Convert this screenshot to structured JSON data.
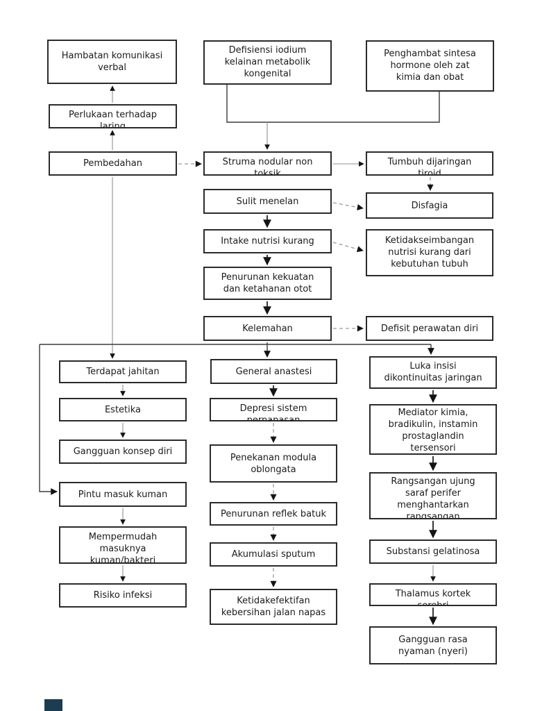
{
  "page": {
    "background": "#ffffff",
    "box_border_color": "#2a2a2a",
    "text_color": "#1b1b1b",
    "corner_badge_color": "#1c3c52"
  },
  "nodes": {
    "hambatan": {
      "label": "Hambatan komunikasi\nverbal"
    },
    "defisiensi": {
      "label": "Defisiensi iodium\nkelainan metabolik\nkongenital"
    },
    "penghambat": {
      "label": "Penghambat sintesa\nhormone oleh zat\nkimia dan obat"
    },
    "perlukaan": {
      "label": "Perlukaan terhadap\nlaring"
    },
    "pembedahan": {
      "label": "Pembedahan"
    },
    "struma": {
      "label": "Struma nodular non\ntoksik"
    },
    "tumbuh": {
      "label": "Tumbuh dijaringan\ntiroid"
    },
    "sulit": {
      "label": "Sulit menelan"
    },
    "disfagia": {
      "label": "Disfagia"
    },
    "intake": {
      "label": "Intake nutrisi kurang"
    },
    "ketidakseimbangan": {
      "label": "Ketidakseimbangan\nnutrisi kurang dari\nkebutuhan tubuh"
    },
    "penurunan": {
      "label": "Penurunan kekuatan\ndan ketahanan otot"
    },
    "kelemahan": {
      "label": "Kelemahan"
    },
    "defisit": {
      "label": "Defisit perawatan diri"
    },
    "terdapat": {
      "label": "Terdapat jahitan"
    },
    "estetika": {
      "label": "Estetika"
    },
    "konsep": {
      "label": "Gangguan konsep diri"
    },
    "pintu": {
      "label": "Pintu masuk kuman"
    },
    "mempermudah": {
      "label": "Mempermudah\nmasuknya\nkuman/bakteri"
    },
    "risiko": {
      "label": "Risiko infeksi"
    },
    "general": {
      "label": "General anastesi"
    },
    "depresi": {
      "label": "Depresi sistem\npernapasan"
    },
    "penekanan": {
      "label": "Penekanan modula\noblongata"
    },
    "reflek": {
      "label": "Penurunan reflek batuk"
    },
    "akumulasi": {
      "label": "Akumulasi sputum"
    },
    "ketidakefektifan": {
      "label": "Ketidakefektifan\nkebersihan jalan napas"
    },
    "luka": {
      "label": "Luka insisi\ndikontinuitas jaringan"
    },
    "mediator": {
      "label": "Mediator kimia,\nbradikulin, instamin\nprostaglandin\ntersensori"
    },
    "rangsangan": {
      "label": "Rangsangan ujung\nsaraf perifer\nmenghantarkan\nrangsangan"
    },
    "substansi": {
      "label": "Substansi gelatinosa"
    },
    "thalamus": {
      "label": "Thalamus kortek\nserebri"
    },
    "nyaman": {
      "label": "Gangguan rasa\nnyaman (nyeri)"
    }
  },
  "edges": [
    {
      "from": "pembedahan",
      "to": "perlukaan",
      "style": "solid-thin"
    },
    {
      "from": "perlukaan",
      "to": "hambatan",
      "style": "solid-thin"
    },
    {
      "from": "defisiensi",
      "to": "struma",
      "style": "solid"
    },
    {
      "from": "penghambat",
      "to": "struma",
      "style": "solid"
    },
    {
      "from": "pembedahan",
      "to": "struma",
      "style": "dashed"
    },
    {
      "from": "struma",
      "to": "tumbuh",
      "style": "solid-thin"
    },
    {
      "from": "tumbuh",
      "to": "disfagia",
      "style": "dashed"
    },
    {
      "from": "sulit",
      "to": "disfagia",
      "style": "dashed"
    },
    {
      "from": "sulit",
      "to": "intake",
      "style": "solid"
    },
    {
      "from": "intake",
      "to": "ketidakseimbangan",
      "style": "dashed"
    },
    {
      "from": "intake",
      "to": "penurunan",
      "style": "solid"
    },
    {
      "from": "penurunan",
      "to": "kelemahan",
      "style": "solid"
    },
    {
      "from": "kelemahan",
      "to": "defisit",
      "style": "dashed"
    },
    {
      "from": "pembedahan",
      "to": "terdapat",
      "style": "solid-thin"
    },
    {
      "from": "kelemahan",
      "to": "general",
      "style": "solid"
    },
    {
      "from": "branch-line",
      "to": "luka",
      "style": "solid"
    },
    {
      "from": "branch-line",
      "to": "pintu",
      "style": "solid"
    },
    {
      "from": "terdapat",
      "to": "estetika",
      "style": "solid-thin"
    },
    {
      "from": "estetika",
      "to": "konsep",
      "style": "solid-thin"
    },
    {
      "from": "pintu",
      "to": "mempermudah",
      "style": "solid-thin"
    },
    {
      "from": "mempermudah",
      "to": "risiko",
      "style": "solid-thin"
    },
    {
      "from": "general",
      "to": "depresi",
      "style": "solid"
    },
    {
      "from": "depresi",
      "to": "penekanan",
      "style": "dashed"
    },
    {
      "from": "penekanan",
      "to": "reflek",
      "style": "dashed"
    },
    {
      "from": "reflek",
      "to": "akumulasi",
      "style": "dashed"
    },
    {
      "from": "akumulasi",
      "to": "ketidakefektifan",
      "style": "dashed"
    },
    {
      "from": "luka",
      "to": "mediator",
      "style": "solid"
    },
    {
      "from": "mediator",
      "to": "rangsangan",
      "style": "solid"
    },
    {
      "from": "rangsangan",
      "to": "substansi",
      "style": "solid"
    },
    {
      "from": "substansi",
      "to": "thalamus",
      "style": "solid"
    },
    {
      "from": "thalamus",
      "to": "nyaman",
      "style": "solid"
    }
  ]
}
